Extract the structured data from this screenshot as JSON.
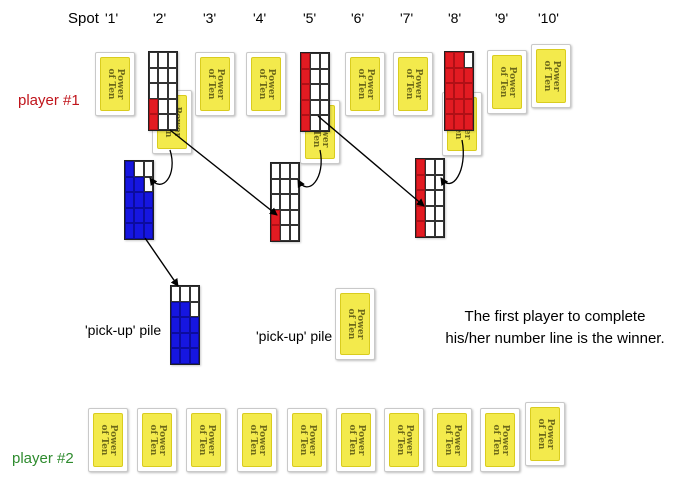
{
  "spot_header": "Spot",
  "spots": [
    "'1'",
    "'2'",
    "'3'",
    "'4'",
    "'5'",
    "'6'",
    "'7'",
    "'8'",
    "'9'",
    "'10'"
  ],
  "players": [
    {
      "label": "player #1",
      "color": "#c0141b"
    },
    {
      "label": "player #2",
      "color": "#2e8b2e"
    }
  ],
  "pickup_label": "'pick-up' pile",
  "winner_message": "The first player to complete his/her number line is the winner.",
  "card_text": "Power\nof Ten",
  "colors": {
    "card_yellow": "#f3ea4c",
    "red_mark": "#e21b22",
    "blue_mark": "#1616e0"
  }
}
